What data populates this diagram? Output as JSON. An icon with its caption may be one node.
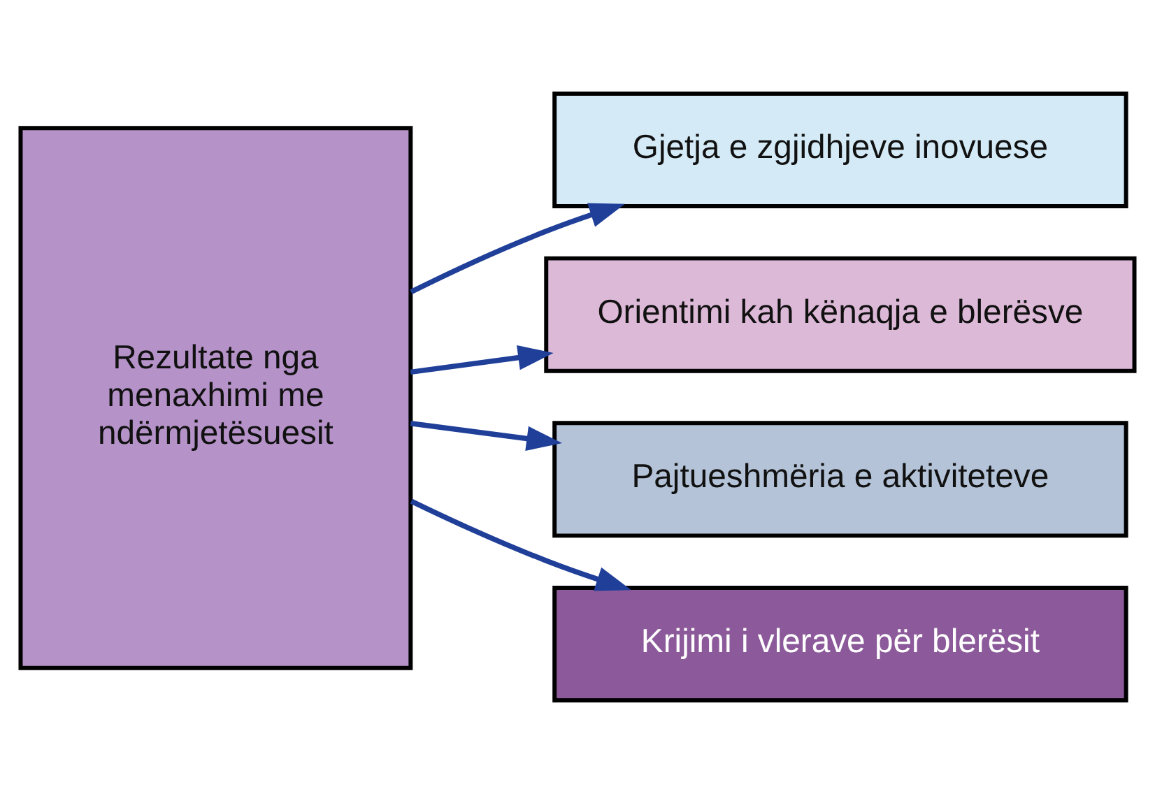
{
  "diagram": {
    "nodes": [
      {
        "text": [
          "Rezultate nga menaxhimi me ndërmjetësuesit"
        ]
      },
      {
        "text": [
          "Gjetja e zgjidhjeve inovuese"
        ]
      },
      {
        "text": [
          "Orientimi kah kënaqja e blerësve"
        ]
      },
      {
        "text": [
          "Pajtueshmëria e aktiviteteve"
        ]
      },
      {
        "text": [
          "Krijimi i vlerave për blerësit"
        ]
      }
    ],
    "edges": [
      {
        "from": 0,
        "to": 1,
        "arrow": "to"
      },
      {
        "from": 0,
        "to": 2,
        "arrow": "to"
      },
      {
        "from": 0,
        "to": 3,
        "arrow": "to"
      },
      {
        "from": 0,
        "to": 4,
        "arrow": "to"
      }
    ]
  }
}
